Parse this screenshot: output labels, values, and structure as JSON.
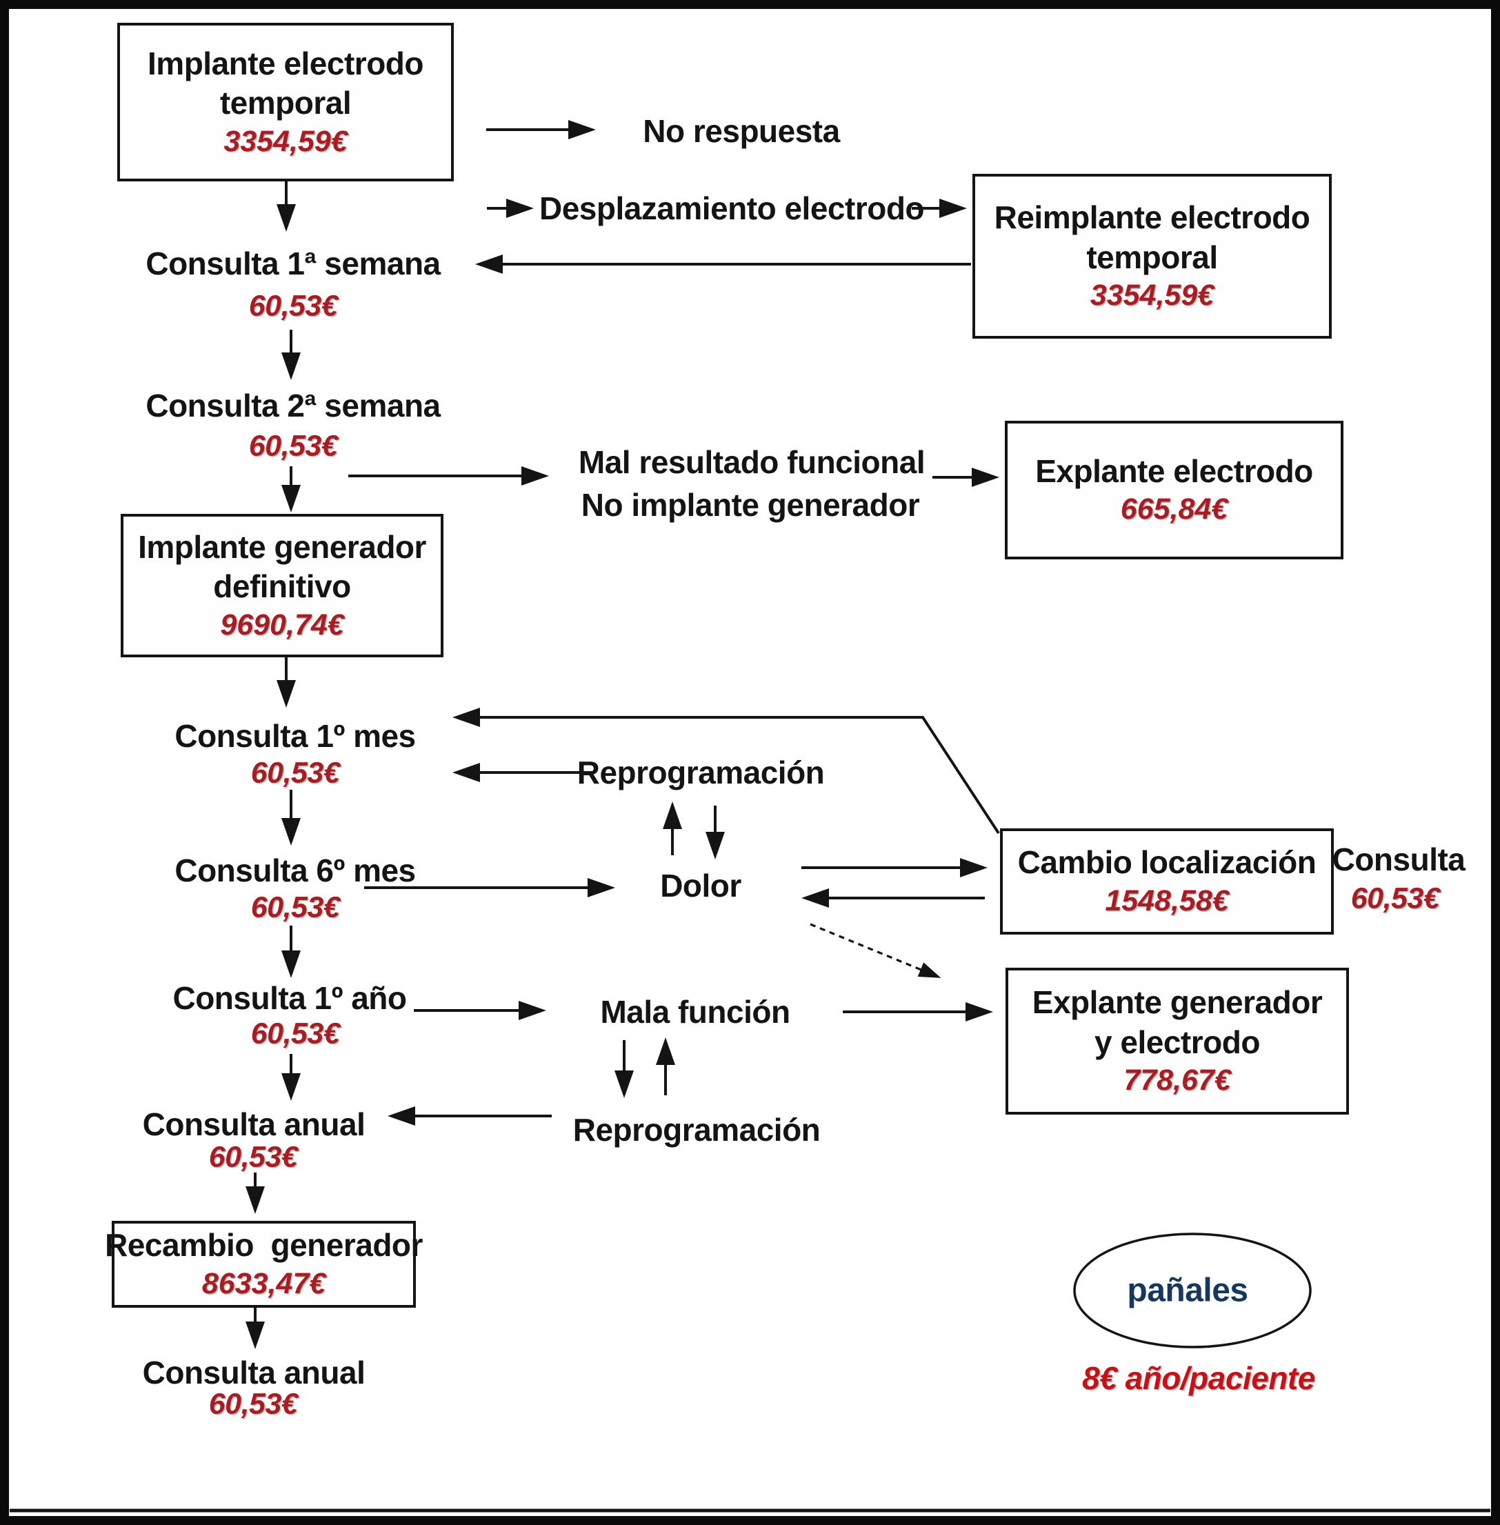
{
  "palette": {
    "price_red": "#a81d23",
    "note_blue": "#17375e",
    "note_red": "#c31318",
    "line_black": "#141414"
  },
  "boxes": {
    "implante_electrodo": {
      "line1": "Implante electrodo",
      "line2": "temporal",
      "price": "3354,59€"
    },
    "reimplante_electrodo": {
      "line1": "Reimplante electrodo",
      "line2": "temporal",
      "price": "3354,59€"
    },
    "explante_electrodo": {
      "line1": "Explante electrodo",
      "price": "665,84€"
    },
    "implante_generador": {
      "line1": "Implante generador",
      "line2": "definitivo",
      "price": "9690,74€"
    },
    "cambio_localizacion": {
      "line1": "Cambio localización",
      "price": "1548,58€"
    },
    "explante_generador": {
      "line1": "Explante generador",
      "line2": "y electrodo",
      "price": "778,67€"
    },
    "recambio_generador": {
      "line1": "Recambio  generador",
      "price": "8633,47€"
    }
  },
  "steps": {
    "consulta_1_semana": {
      "label": "Consulta 1ª semana",
      "price": "60,53€"
    },
    "consulta_2_semana": {
      "label": "Consulta 2ª semana",
      "price": "60,53€"
    },
    "consulta_1_mes": {
      "label": "Consulta 1º mes",
      "price": "60,53€"
    },
    "consulta_6_mes": {
      "label": "Consulta 6º mes",
      "price": "60,53€"
    },
    "consulta_1_ano": {
      "label": "Consulta 1º año",
      "price": "60,53€"
    },
    "consulta_anual_1": {
      "label": "Consulta anual",
      "price": "60,53€"
    },
    "consulta_anual_2": {
      "label": "Consulta anual",
      "price": "60,53€"
    }
  },
  "events": {
    "no_respuesta": "No respuesta",
    "desplazamiento": "Desplazamiento electrodo",
    "mal_resultado_linea1": "Mal resultado funcional",
    "mal_resultado_linea2": "No implante generador",
    "reprogramacion_superior": "Reprogramación",
    "dolor": "Dolor",
    "mala_funcion": "Mala función",
    "reprogramacion_inferior": "Reprogramación"
  },
  "side_consulta": {
    "label": "Consulta",
    "price": "60,53€"
  },
  "annotation": {
    "ellipse_label": "pañales",
    "note": "8€ año/paciente"
  }
}
